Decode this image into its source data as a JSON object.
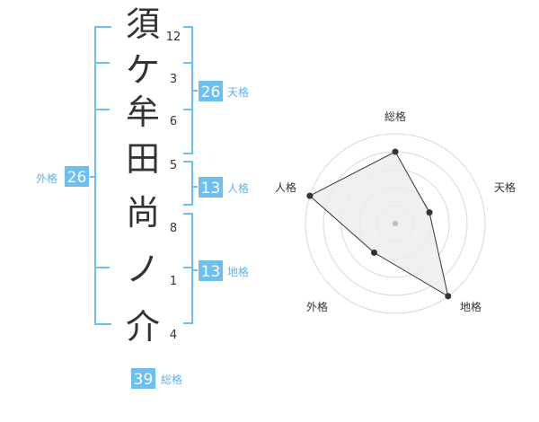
{
  "name": {
    "characters": [
      "須",
      "ケ",
      "牟",
      "田",
      "尚",
      "ノ",
      "介"
    ],
    "strokes": [
      "12",
      "3",
      "6",
      "5",
      "8",
      "1",
      "4"
    ]
  },
  "kakusu": {
    "tenkaku": {
      "value": "26",
      "label": "天格"
    },
    "jinkaku": {
      "value": "13",
      "label": "人格"
    },
    "chikaku": {
      "value": "13",
      "label": "地格"
    },
    "gaikaku": {
      "value": "26",
      "label": "外格"
    },
    "soukaku": {
      "value": "39",
      "label": "総格"
    }
  },
  "radar": {
    "axes": [
      "総格",
      "天格",
      "地格",
      "外格",
      "人格"
    ],
    "levels": 5,
    "values": [
      4,
      2,
      5,
      2,
      5
    ],
    "accent_color": "#6cc0f0",
    "polygon_fill": "#ececec",
    "grid_color": "#d8d8d8"
  }
}
